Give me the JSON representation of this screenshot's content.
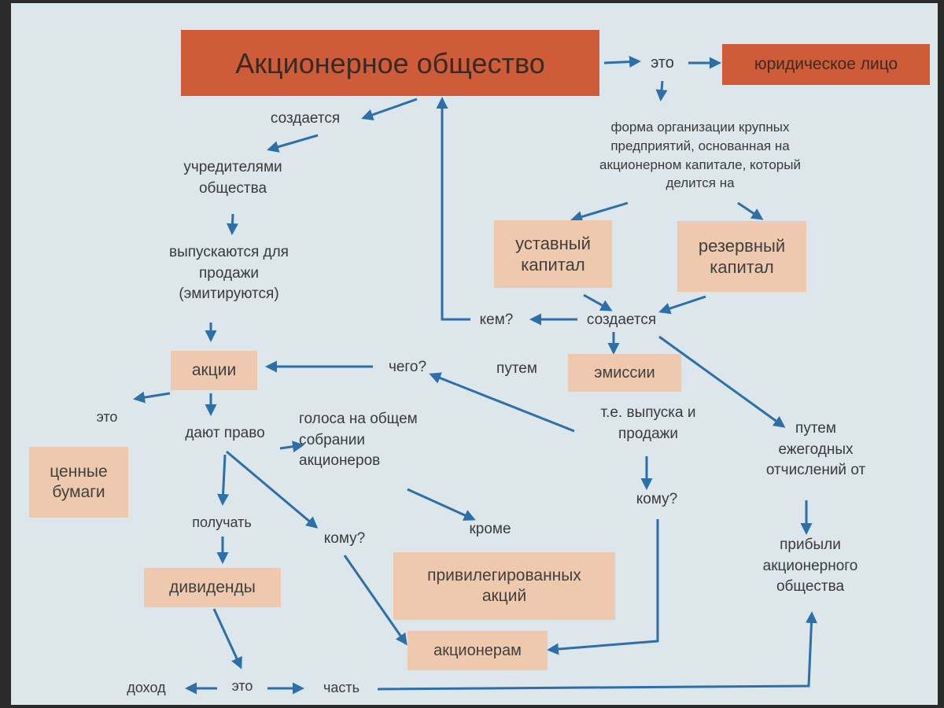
{
  "diagram": {
    "title": "Акционерное общество",
    "legal_entity": "юридическое лицо",
    "this_top": "это",
    "definition": "форма организации крупных\nпредприятий, основанная на\nакционерном капитале, который\nделится на",
    "charter_capital": "уставный\nкапитал",
    "reserve_capital": "резервный\nкапитал",
    "created_right": "создается",
    "created_left": "создается",
    "by_whom": "кем?",
    "founders": "учредителями\nобщества",
    "issued": "выпускаются для\nпродажи\n(эмитируются)",
    "shares": "акции",
    "of_what": "чего?",
    "by_means": "путем",
    "emission": "эмиссии",
    "ie_issue": "т.е. выпуска и\nпродажи",
    "to_whom_right": "кому?",
    "by_annual": "путем\nежегодных\nотчислений от",
    "profit": "прибыли\nакционерного\nобщества",
    "this_left": "это",
    "securities": "ценные\nбумаги",
    "give_right": "дают право",
    "vote": "голоса на общем\nсобрании\nакционеров",
    "except": "кроме",
    "preferred": "привилегированных\nакций",
    "receive": "получать",
    "to_whom_mid": "кому?",
    "dividends": "дивиденды",
    "shareholders": "акционерам",
    "income": "доход",
    "this_bottom": "это",
    "part": "часть"
  },
  "colors": {
    "background": "#dde6ea",
    "title_fill": "#cf5c39",
    "box_fill": "#efc9ae",
    "arrow": "#2d6fa8",
    "text": "#3a3a3a"
  }
}
